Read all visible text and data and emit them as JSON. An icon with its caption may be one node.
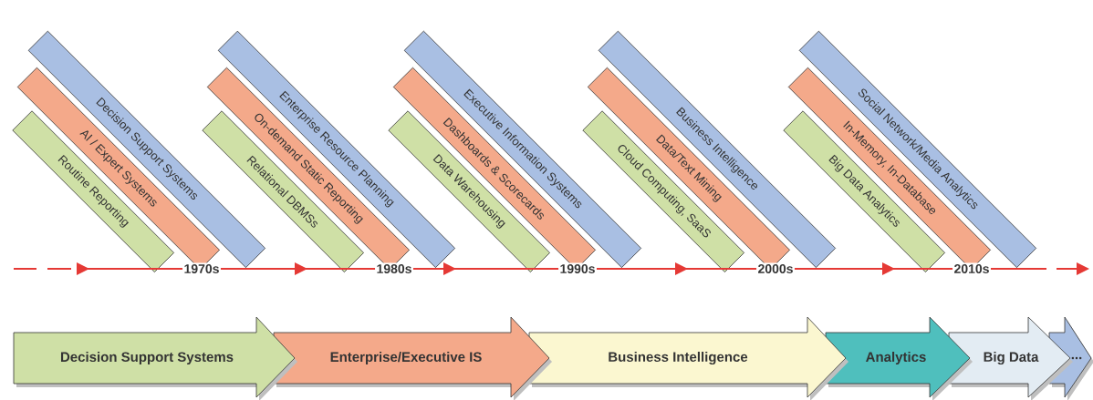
{
  "diagram": {
    "nodes": [
      {
        "text": [
          "Decision Support Systems"
        ]
      },
      {
        "text": [
          "AI / Expert Systems"
        ]
      },
      {
        "text": [
          "Routine Reporting"
        ]
      },
      {
        "text": [
          "Enterprise Resource Planning"
        ]
      },
      {
        "text": [
          "On-demand Static Reporting"
        ]
      },
      {
        "text": [
          "Relational DBMSs"
        ]
      },
      {
        "text": [
          "Executive Information Systems"
        ]
      },
      {
        "text": [
          "Dashboards & Scorecards"
        ]
      },
      {
        "text": [
          "Data Warehousing"
        ]
      },
      {
        "text": [
          "Business Intelligence"
        ]
      },
      {
        "text": [
          "Data/Text Mining"
        ]
      },
      {
        "text": [
          "Cloud Computing, SaaS"
        ]
      },
      {
        "text": [
          "Social Network/Media Analytics"
        ]
      },
      {
        "text": [
          "In-Memory, In-Database"
        ]
      },
      {
        "text": [
          "Big Data Analytics"
        ]
      },
      {
        "text": [
          "Decision Support Systems"
        ]
      },
      {
        "text": [
          "Enterprise/Executive IS"
        ]
      },
      {
        "text": [
          "Business Intelligence"
        ]
      },
      {
        "text": [
          "Analytics"
        ]
      },
      {
        "text": [
          "Big Data"
        ]
      },
      {
        "text": [
          "..."
        ]
      }
    ],
    "labels": [
      "1970s",
      "1980s",
      "1990s",
      "2000s",
      "2010s"
    ]
  }
}
